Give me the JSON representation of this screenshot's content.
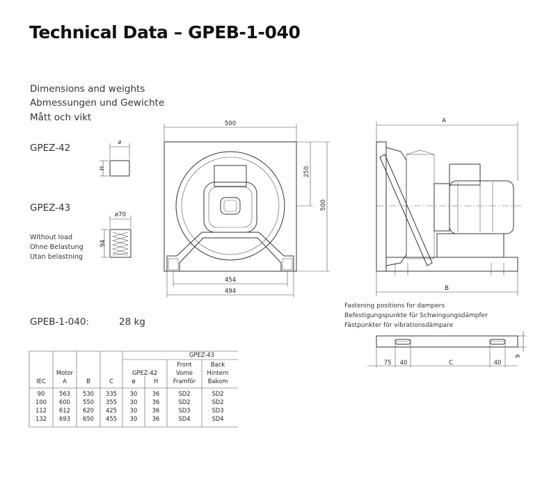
{
  "title": "Technical Data – GPEB-1-040",
  "sections": {
    "dimensions_en": "Dimensions and weights",
    "dimensions_de": "Abmessungen und Gewichte",
    "dimensions_sv": "Mått och vikt",
    "gpez42": "GPEZ-42",
    "gpez43": "GPEZ-43",
    "without_load_en": "Without load",
    "without_load_de": "Ohne Belastung",
    "without_load_sv": "Utan belastning",
    "weight_label": "GPEB-1-040:",
    "weight_value": "28 kg"
  },
  "damper_labels": {
    "phi": "ø",
    "h": "H",
    "phi70": "ø70",
    "h94": "94"
  },
  "front_view": {
    "width_top": "500",
    "height_right": "500",
    "height_partial": "250",
    "width_454": "454",
    "width_494": "494"
  },
  "side_view": {
    "dim_a": "A",
    "dim_b": "B"
  },
  "fastening": {
    "line_en": "Fastening positions for dampers",
    "line_de": "Befestigungspunkte für Schwingungsdämpfer",
    "line_sv": "Fästpunkter för vibrationsdämpare",
    "d75": "75",
    "d40a": "40",
    "dc": "C",
    "d40b": "40",
    "d9": "9"
  },
  "table": {
    "group_gpez43": "GPEZ-43",
    "h_front": [
      "Front",
      "Vorne",
      "Framför"
    ],
    "h_back": [
      "Back",
      "Hintern",
      "Bakom"
    ],
    "h_motor": "Motor",
    "h_gpez42": "GPEZ-42",
    "h_iec": "IEC",
    "h_a": "A",
    "h_b": "B",
    "h_c": "C",
    "h_phi": "ø",
    "h_h": "H",
    "rows": [
      [
        "90",
        "563",
        "530",
        "335",
        "30",
        "36",
        "SD2",
        "SD2"
      ],
      [
        "100",
        "600",
        "550",
        "355",
        "30",
        "36",
        "SD2",
        "SD2"
      ],
      [
        "112",
        "612",
        "620",
        "425",
        "30",
        "36",
        "SD3",
        "SD3"
      ],
      [
        "132",
        "693",
        "650",
        "455",
        "30",
        "36",
        "SD4",
        "SD4"
      ]
    ]
  }
}
